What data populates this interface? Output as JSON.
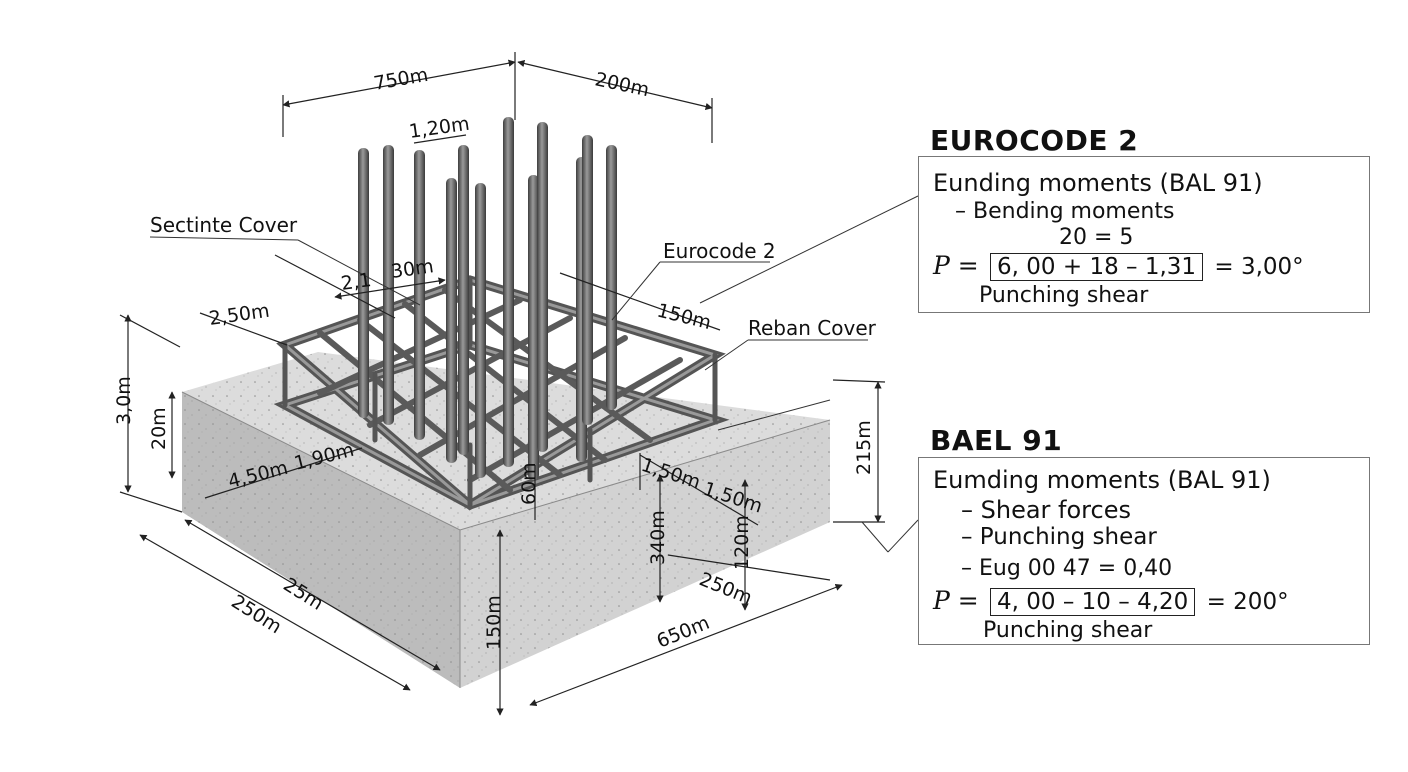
{
  "drawing": {
    "dimensions": {
      "top_left": "750m",
      "top_right": "200m",
      "bar_spacing": "1,20m",
      "mid_a": "2,1",
      "mid_b": "30m",
      "left_rim": "2,50m",
      "right_rim": "150m",
      "height_total": "3,0m",
      "height_block": "20m",
      "front_a": "4,50m",
      "front_b": "1,90m",
      "right_height": "215m",
      "inner_a": "1,50m",
      "inner_b": "1,50m",
      "inner_c": "340m",
      "inner_d": "120m",
      "inner_e": "250m",
      "small_v": "60m",
      "bottom_left_a": "250m",
      "bottom_left_b": "25m",
      "bottom_height": "150m",
      "bottom_right": "650m"
    },
    "callouts": {
      "section_cover": "Sectinte Cover",
      "eurocode": "Eurocode 2",
      "rebar_cover": "Reban Cover"
    }
  },
  "notes": {
    "eurocode": {
      "title": "EUROCODE 2",
      "line1": "Eunding moments (BAL 91)",
      "line2": "– Bending moments",
      "line3": "20 = 5",
      "formula_p": "P =",
      "formula_root": "6, 00 + 18 – 1,31",
      "formula_result": "= 3,00°",
      "line4": "Punching shear"
    },
    "bael": {
      "title": "BAEL 91",
      "line1": "Eumding moments (BAL 91)",
      "line2": "– Shear forces",
      "line3": "– Punching shear",
      "line4": "– Eug 00 47 = 0,40",
      "formula_p": "P =",
      "formula_root": "4, 00 – 10 – 4,20",
      "formula_result": "= 200°",
      "line5": "Punching shear"
    }
  },
  "colors": {
    "concrete_top": "#d9d9d9",
    "concrete_left": "#b9b9b9",
    "concrete_right": "#cfcfcf",
    "rebar": "#5a5a5a"
  }
}
